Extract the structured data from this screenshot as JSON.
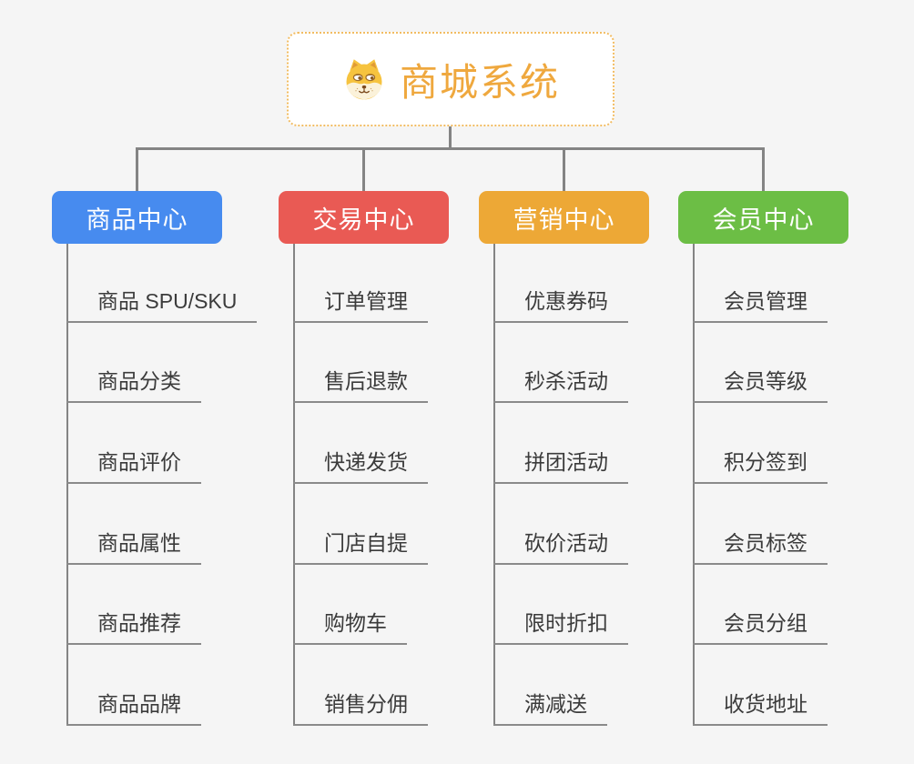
{
  "page": {
    "background_color": "#f5f5f5",
    "connector_color": "#848484"
  },
  "root": {
    "label": "商城系统",
    "icon": "dog-face-icon",
    "text_color": "#efa83e",
    "border_color": "#f2bc62",
    "fill_color": "#ffffff"
  },
  "branches": [
    {
      "label": "商品中心",
      "color": "#478bef",
      "children": [
        "商品 SPU/SKU",
        "商品分类",
        "商品评价",
        "商品属性",
        "商品推荐",
        "商品品牌"
      ]
    },
    {
      "label": "交易中心",
      "color": "#e95a54",
      "children": [
        "订单管理",
        "售后退款",
        "快递发货",
        "门店自提",
        "购物车",
        "销售分佣"
      ]
    },
    {
      "label": "营销中心",
      "color": "#eda836",
      "children": [
        "优惠券码",
        "秒杀活动",
        "拼团活动",
        "砍价活动",
        "限时折扣",
        "满减送"
      ]
    },
    {
      "label": "会员中心",
      "color": "#6cbe45",
      "children": [
        "会员管理",
        "会员等级",
        "积分签到",
        "会员标签",
        "会员分组",
        "收货地址"
      ]
    }
  ]
}
